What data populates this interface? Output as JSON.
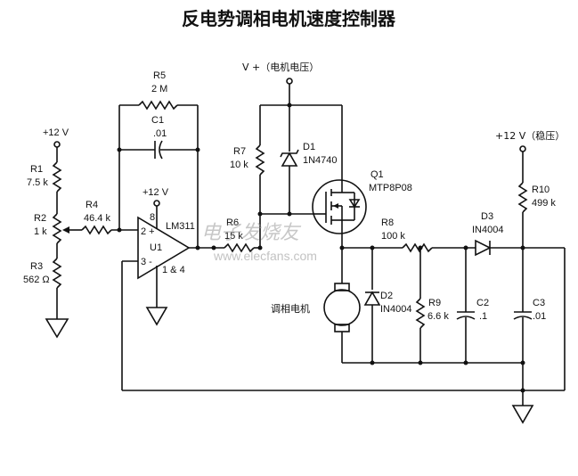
{
  "title": "反电势调相电机速度控制器",
  "supplies": {
    "v_plus": "V +（电机电压）",
    "plus12_left": "+12 V",
    "plus12_opamp": "+12 V",
    "plus12_right": "+12 V（稳压）"
  },
  "components": {
    "R1": {
      "name": "R1",
      "value": "7.5 k"
    },
    "R2": {
      "name": "R2",
      "value": "1 k"
    },
    "R3": {
      "name": "R3",
      "value": "562 Ω"
    },
    "R4": {
      "name": "R4",
      "value": "46.4 k"
    },
    "R5": {
      "name": "R5",
      "value": "2 M"
    },
    "C1": {
      "name": "C1",
      "value": ".01"
    },
    "R6": {
      "name": "R6",
      "value": "15 k"
    },
    "R7": {
      "name": "R7",
      "value": "10 k"
    },
    "D1": {
      "name": "D1",
      "value": "1N4740"
    },
    "Q1": {
      "name": "Q1",
      "value": "MTP8P08"
    },
    "R8": {
      "name": "R8",
      "value": "100 k"
    },
    "D2": {
      "name": "D2",
      "value": "IN4004"
    },
    "R9": {
      "name": "R9",
      "value": "6.6 k"
    },
    "C2": {
      "name": "C2",
      "value": ".1"
    },
    "R10": {
      "name": "R10",
      "value": "499 k"
    },
    "D3": {
      "name": "D3",
      "value": "IN4004"
    },
    "C3": {
      "name": "C3",
      "value": ".01"
    },
    "U1": {
      "name": "U1",
      "part": "LM311",
      "pin_plus": "2 +",
      "pin_minus": "3 -",
      "pin_8": "8",
      "pins_14": "1 & 4"
    }
  },
  "motor_label": "调相电机",
  "watermark": {
    "logo": "电子发烧友",
    "url": "www.elecfans.com"
  }
}
